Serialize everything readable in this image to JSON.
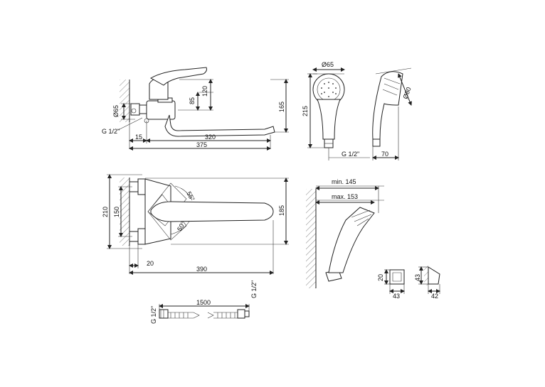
{
  "dimensions": {
    "d65_side": "Ø65",
    "g12_side": "G 1/2\"",
    "h120": "120",
    "h85": "85",
    "h165": "165",
    "w15": "15",
    "w320": "320",
    "w375": "375",
    "w210": "210",
    "w150": "150",
    "w185": "185",
    "a55": "55°",
    "a50": "50°",
    "w20": "20",
    "w390": "390",
    "hose_len": "1500",
    "hose_g1": "G 1/2\"",
    "hose_g2": "G 1/2\"",
    "shower_d65": "Ø65",
    "shower_h215": "215",
    "shower_g12": "G 1/2\"",
    "shower_d80": "Ø80",
    "shower_w70": "70",
    "min145": "min. 145",
    "max153": "max. 153",
    "holder_20": "20",
    "holder_43a": "43",
    "holder_43b": "43",
    "holder_42": "42"
  }
}
